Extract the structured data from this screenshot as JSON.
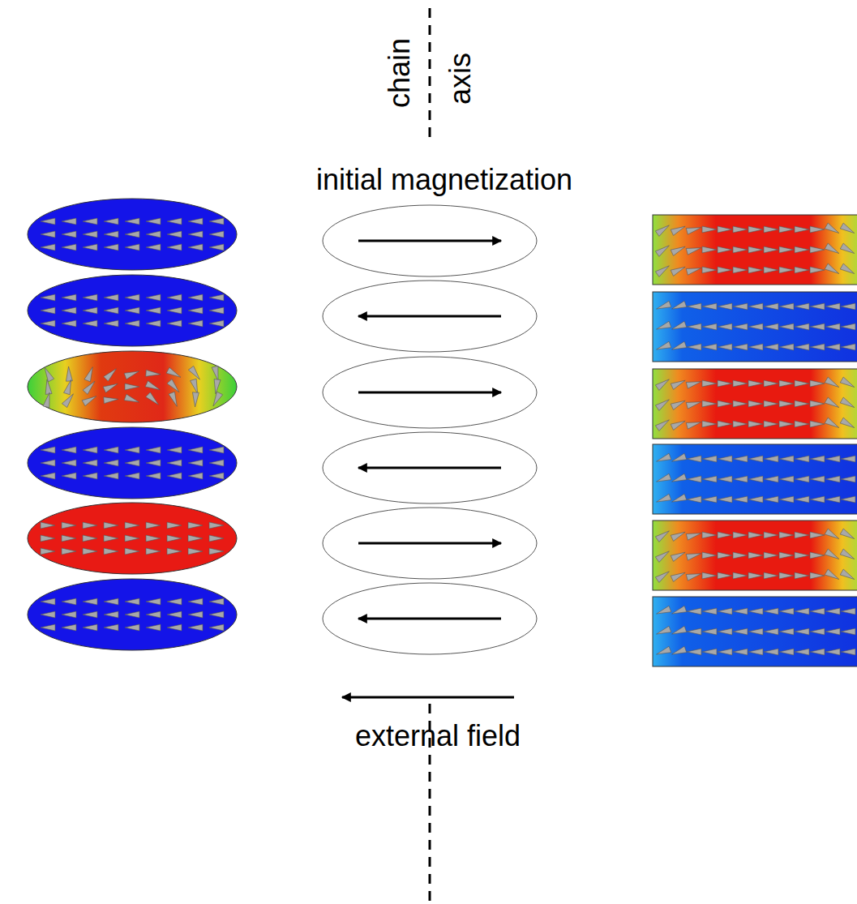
{
  "diagram": {
    "labels": [
      "chain",
      "axis",
      "initial magnetization",
      "external field"
    ]
  }
}
